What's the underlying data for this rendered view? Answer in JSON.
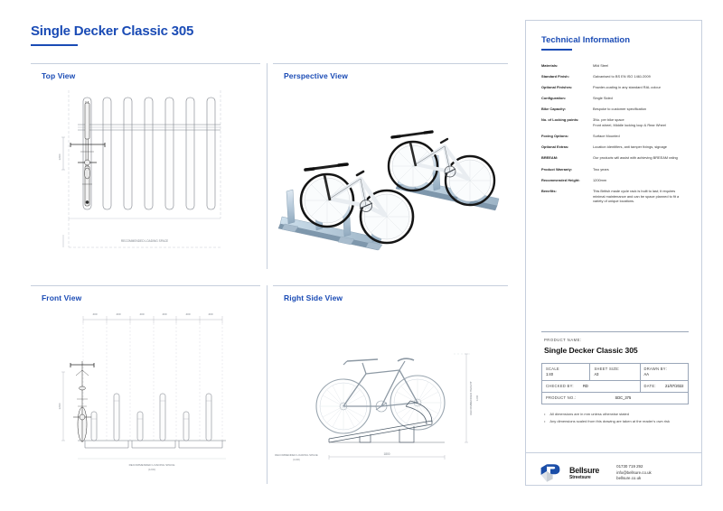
{
  "document": {
    "title": "Single Decker Classic 305"
  },
  "views": [
    {
      "key": "top",
      "label": "Top View"
    },
    {
      "key": "persp",
      "label": "Perspective View"
    },
    {
      "key": "front",
      "label": "Front View"
    },
    {
      "key": "side",
      "label": "Right Side View"
    }
  ],
  "drawing_annotations": {
    "top_view_note": "RECOMMENDED LOADING SPACE",
    "front_view_note": "RECOMMENDED LOADING SPACE (1200)",
    "side_view_note": "RECOMMENDED LOADING SPACE (1200)",
    "side_view_length": "1800",
    "side_view_height": "RECOMMENDED HEIGHT 1200",
    "front_view_height": "1200",
    "front_view_pitches": [
      "400",
      "400",
      "400",
      "400",
      "400",
      "400"
    ]
  },
  "technical_information": {
    "heading": "Technical Information",
    "specs": [
      {
        "key": "Materials:",
        "value": "Mild Steel"
      },
      {
        "key": "Standard Finish:",
        "value": "Galvanised to BS EN ISO 1461:2009"
      },
      {
        "key": "Optional Finishes:",
        "value": "Powder-coating in any standard RAL colour"
      },
      {
        "key": "Configuration:",
        "value": "Single Sided"
      },
      {
        "key": "Bike Capacity:",
        "value": "Bespoke to customer specification"
      },
      {
        "key": "No. of Locking points:",
        "value": "3No. per bike space\nFront wheel, Middle locking loop & Rear Wheel"
      },
      {
        "key": "Foxing Options:",
        "value": "Surface Mounted"
      },
      {
        "key": "Optional Extras:",
        "value": "Location identifiers, anti tamper fixings, signage"
      },
      {
        "key": "BREEAM:",
        "value": "Our products will assist with achieving BREEAM rating"
      },
      {
        "key": "Product Warranty:",
        "value": "Two years"
      },
      {
        "key": "Recommended Height:",
        "value": "1200mm"
      },
      {
        "key": "Benefits:",
        "value": "This British made cycle rack is built to last; it requires minimal maintenance and can be space planned to fit a variety of unique locations."
      }
    ]
  },
  "title_block": {
    "product_name_caption": "PRODUCT NAME:",
    "product_name": "Single Decker Classic 305",
    "scale_label": "SCALE",
    "scale_value": "1:40",
    "sheet_size_label": "SHEET SIZE:",
    "sheet_size_value": "A3",
    "drawn_by_label": "DRAWN BY:",
    "drawn_by_value": "AA",
    "checked_by_label": "CHECKED BY:",
    "checked_by_value": "RD",
    "date_label": "DATE:",
    "date_value": "21/07/2022",
    "product_no_label": "PRODUCT NO.:",
    "product_no_value": "SDC_375",
    "notes": [
      "All dimensions are in mm unless otherwise stated",
      "Any dimensions scaled from this drawing are taken at the reader's own risk"
    ]
  },
  "footer": {
    "logo_name": "Bellsure",
    "logo_sub": "Streetsure",
    "phone": "01730 719 292",
    "email": "info@bellsure.co.uk",
    "website": "bellsure.co.uk"
  },
  "colors": {
    "brand_blue": "#1a4bb5",
    "rule": "#c6cfdd",
    "logo_blue": "#1b4ea8",
    "logo_grey": "#d9dde2"
  }
}
